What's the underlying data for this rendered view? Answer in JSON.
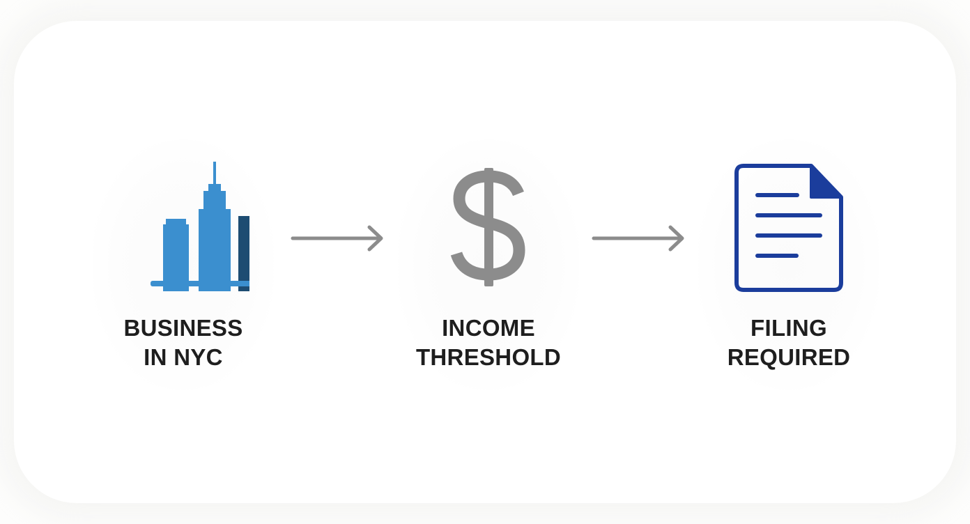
{
  "colors": {
    "building_light": "#3b8fcf",
    "building_dark": "#1d4c72",
    "dollar": "#8c8c8c",
    "arrow": "#8c8c8c",
    "document": "#1b3d9c",
    "label": "#1e1e1e"
  },
  "steps": [
    {
      "icon": "city-buildings-icon",
      "label_lines": [
        "BUSINESS",
        "IN NYC"
      ]
    },
    {
      "icon": "dollar-sign-icon",
      "label_lines": [
        "INCOME",
        "THRESHOLD"
      ]
    },
    {
      "icon": "document-icon",
      "label_lines": [
        "FILING",
        "REQUIRED"
      ]
    }
  ],
  "connectors": [
    {
      "icon": "arrow-right-icon",
      "from": "BUSINESS IN NYC",
      "to": "INCOME THRESHOLD"
    },
    {
      "icon": "arrow-right-icon",
      "from": "INCOME THRESHOLD",
      "to": "FILING REQUIRED"
    }
  ]
}
